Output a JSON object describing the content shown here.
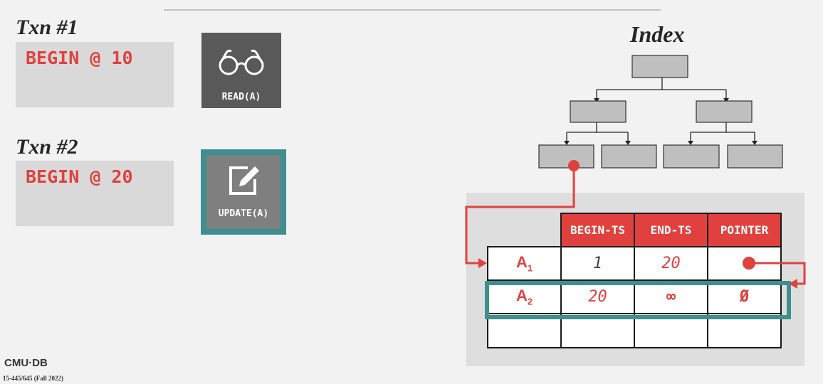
{
  "txn1": {
    "title": "Txn #1",
    "begin": "BEGIN @ 10",
    "op_label": "READ(A)",
    "op_icon": "glasses-icon"
  },
  "txn2": {
    "title": "Txn #2",
    "begin": "BEGIN @ 20",
    "op_label": "UPDATE(A)",
    "op_icon": "edit-icon"
  },
  "index": {
    "title": "Index"
  },
  "version_table": {
    "headers": [
      "BEGIN-TS",
      "END-TS",
      "POINTER"
    ],
    "rows": [
      {
        "version": "A",
        "sub": "1",
        "begin_ts": "1",
        "end_ts": "20",
        "pointer": ""
      },
      {
        "version": "A",
        "sub": "2",
        "begin_ts": "20",
        "end_ts": "∞",
        "pointer": "Ø"
      },
      {
        "version": "",
        "sub": "",
        "begin_ts": "",
        "end_ts": "",
        "pointer": ""
      }
    ]
  },
  "footer": {
    "logo": "CMU·DB",
    "course": "15-445/645 (Fall 2022)"
  },
  "colors": {
    "accent_red": "#e0413f",
    "highlight_teal": "#3e8f8f",
    "node_gray": "#bfbfbf"
  }
}
